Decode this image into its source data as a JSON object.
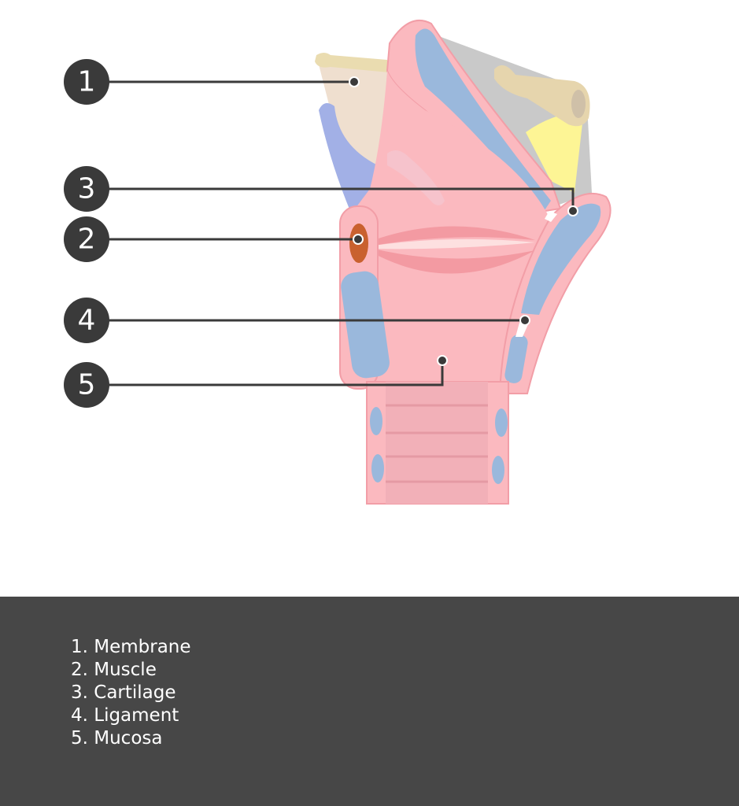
{
  "markers": [
    {
      "number": "1",
      "label": "Membrane"
    },
    {
      "number": "2",
      "label": "Muscle"
    },
    {
      "number": "3",
      "label": "Cartilage"
    },
    {
      "number": "4",
      "label": "Ligament"
    },
    {
      "number": "5",
      "label": "Mucosa"
    }
  ],
  "legend": [
    "1.  Membrane",
    "2. Muscle",
    "3. Cartilage",
    "4. Ligament",
    "5. Mucosa"
  ],
  "colors": {
    "mucosa": "#fbb9bf",
    "cartilage": "#9ab8dc",
    "muscle": "#c9612f",
    "membrane": "#efdfcf",
    "bone": "#eadcb0",
    "panel": "#474747",
    "marker": "#3a3a3a"
  }
}
